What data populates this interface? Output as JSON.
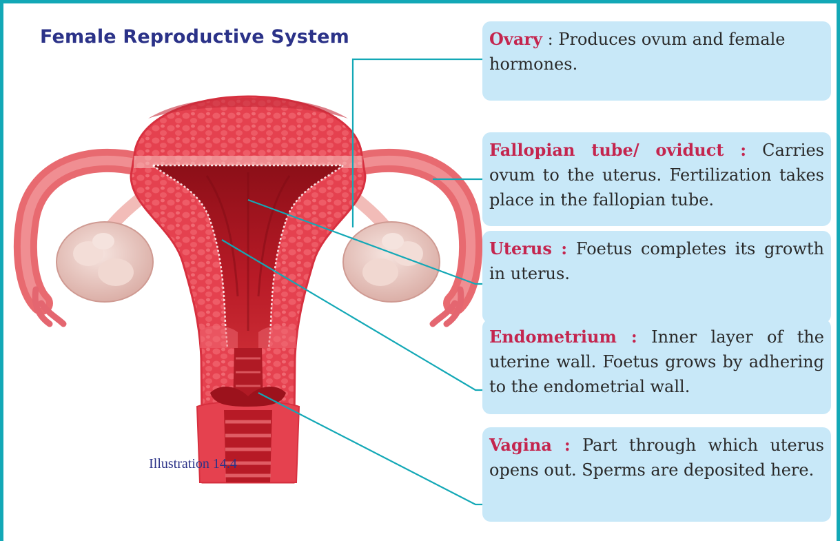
{
  "title": "Female Reproductive System",
  "caption": "Illustration 14.4",
  "labels": [
    {
      "term": "Ovary",
      "separator": " : ",
      "description": "Produces ovum and female hormones."
    },
    {
      "term": "Fallopian tube/ oviduct :",
      "separator": " ",
      "description": "Carries ovum to the uterus. Fertilization takes place in the fallopian tube."
    },
    {
      "term": "Uterus :",
      "separator": " ",
      "description": "Foetus completes  its growth in uterus."
    },
    {
      "term": "Endometrium :",
      "separator": " ",
      "description": "Inner layer of the uterine wall. Foetus grows by adhering to the endometrial wall."
    },
    {
      "term": "Vagina :",
      "separator": " ",
      "description": "Part through which uterus opens out. Sperms are deposited here."
    }
  ],
  "colors": {
    "frame": "#13a8b6",
    "title": "#2b3288",
    "term": "#c4254e",
    "label_box": "#c8e8f8",
    "tissue": "#e8485a",
    "cavity": "#a3121e",
    "ovary": "#ebcbc4"
  }
}
